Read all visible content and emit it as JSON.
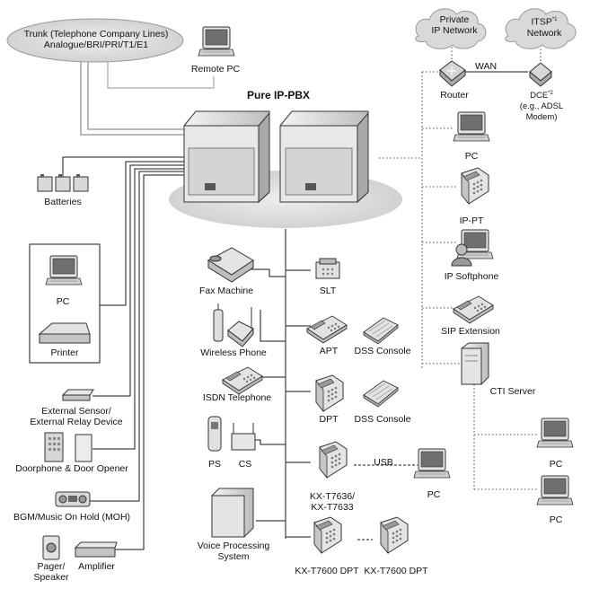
{
  "diagram": {
    "trunk": {
      "line1": "Trunk (Telephone Company Lines)",
      "line2": "Analogue/BRI/PRI/T1/E1"
    },
    "remote_pc": "Remote PC",
    "pbx_title": "Pure IP-PBX",
    "batteries": "Batteries",
    "pc_left": "PC",
    "printer": "Printer",
    "ext_sensor": {
      "line1": "External Sensor/",
      "line2": "External Relay Device"
    },
    "doorphone": "Doorphone & Door Opener",
    "bgm": "BGM/Music On Hold (MOH)",
    "pager": {
      "line1": "Pager/",
      "line2": "Speaker"
    },
    "amplifier": "Amplifier",
    "fax": "Fax Machine",
    "slt": "SLT",
    "wireless_phone": "Wireless Phone",
    "apt": "APT",
    "dss_console_1": "DSS Console",
    "isdn_telephone": "ISDN Telephone",
    "dpt": "DPT",
    "dss_console_2": "DSS Console",
    "ps": "PS",
    "cs": "CS",
    "kx_t7636": {
      "line1": "KX-T7636/",
      "line2": "KX-T7633"
    },
    "usb": "USB",
    "pc_usb": "PC",
    "voice_processing": {
      "line1": "Voice Processing",
      "line2": "System"
    },
    "kx_t7600_a": "KX-T7600 DPT",
    "kx_t7600_b": "KX-T7600 DPT",
    "private_ip": {
      "line1": "Private",
      "line2": "IP Network"
    },
    "itsp": {
      "line1": "ITSP",
      "sup": "*1",
      "line2": "Network"
    },
    "wan": "WAN",
    "router": "Router",
    "dce": {
      "line1": "DCE",
      "sup": "*2",
      "line2": "(e.g., ADSL",
      "line3": "Modem)"
    },
    "pc_lan": "PC",
    "ip_pt": "IP-PT",
    "ip_softphone": "IP Softphone",
    "sip_extension": "SIP Extension",
    "cti_server": "CTI Server",
    "pc_cti_1": "PC",
    "pc_cti_2": "PC"
  },
  "colors": {
    "line": "#1a1a1a",
    "lan_dotted": "#888888",
    "trunk_line": "#b9b9b9",
    "cloud": "#d9d9d9",
    "equipment": "#dcdcdc"
  }
}
